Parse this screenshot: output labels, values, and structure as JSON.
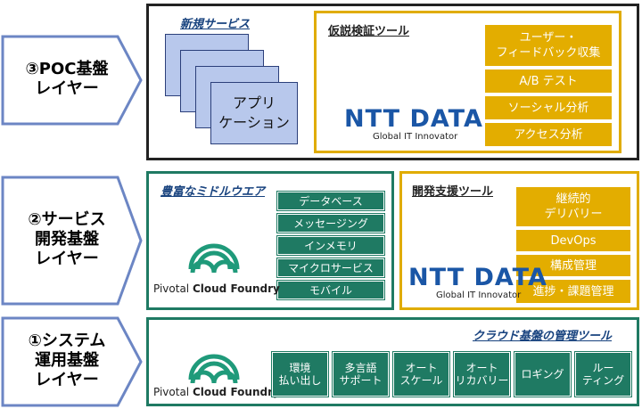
{
  "layers": [
    {
      "id": "poc",
      "label_line1": "③POC基盤",
      "label_line2": "レイヤー"
    },
    {
      "id": "service",
      "label_line1": "②サービス",
      "label_line2": "開発基盤",
      "label_line3": "レイヤー"
    },
    {
      "id": "system",
      "label_line1": "①システム",
      "label_line2": "運用基盤",
      "label_line3": "レイヤー"
    }
  ],
  "poc": {
    "new_services_title": "新規サービス",
    "app_label_line1": "アプリ",
    "app_label_line2": "ケーション",
    "hypothesis_title": "仮説検証ツール",
    "tools": [
      "ユーザー・\nフィードバック収集",
      "A/B テスト",
      "ソーシャル分析",
      "アクセス分析"
    ],
    "logo": "NTT DATA",
    "logo_sub": "Global IT Innovator"
  },
  "service": {
    "middleware_title": "豊富なミドルウエア",
    "middleware": [
      "データベース",
      "メッセージング",
      "インメモリ",
      "マイクロサービス",
      "モバイル"
    ],
    "pcf_name_regular": "Pivotal ",
    "pcf_name_bold": "Cloud Foundry",
    "dev_title": "開発支援ツール",
    "dev_tools": [
      "継続的\nデリバリー",
      "DevOps",
      "構成管理",
      "進捗・課題管理"
    ],
    "logo": "NTT DATA",
    "logo_sub": "Global IT Innovator"
  },
  "system": {
    "title": "クラウド基盤の管理ツール",
    "pcf_name_regular": "Pivotal ",
    "pcf_name_bold": "Cloud Foundry",
    "tools": [
      "環境\n払い出し",
      "多言語\nサポート",
      "オート\nスケール",
      "オート\nリカバリー",
      "ロギング",
      "ルー\nティング"
    ]
  },
  "colors": {
    "gold": "#e3ad00",
    "green": "#1f7a63",
    "ntt_blue": "#1a56a6",
    "arrow_border": "#6c86c4",
    "card_fill": "#b8c8ec"
  }
}
